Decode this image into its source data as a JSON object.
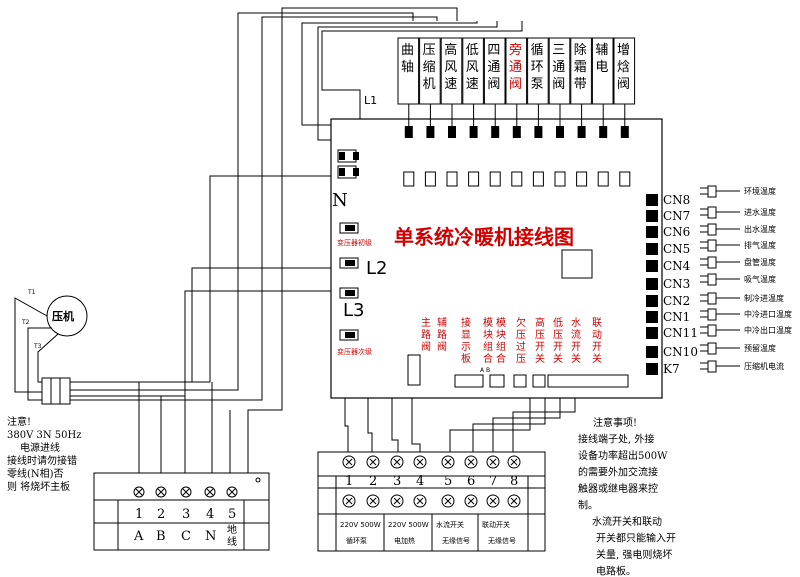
{
  "title": "单系统冷暖机接线图",
  "relay_labels": [
    {
      "text": "曲轴",
      "red": false
    },
    {
      "text": "压缩机",
      "red": false
    },
    {
      "text": "高风速",
      "red": false
    },
    {
      "text": "低风速",
      "red": false
    },
    {
      "text": "四通阀",
      "red": false
    },
    {
      "text": "旁通阀",
      "red": true
    },
    {
      "text": "循环泵",
      "red": false
    },
    {
      "text": "三通阀",
      "red": false
    },
    {
      "text": "除霜带",
      "red": false
    },
    {
      "text": "辅电",
      "red": false
    },
    {
      "text": "增焓阀",
      "red": false
    }
  ],
  "l1": "L1",
  "n_label": "N",
  "l2": "L2",
  "l3": "L3",
  "small_label_1": "变压器初级",
  "small_label_2": "变压器次级",
  "connectors": [
    "CN8",
    "CN7",
    "CN6",
    "CN5",
    "CN4",
    "CN3",
    "CN2",
    "CN1",
    "CN11",
    "CN10",
    "K7"
  ],
  "sensors": [
    "环境温度",
    "进水温度",
    "出水温度",
    "排气温度",
    "盘管温度",
    "吸气温度",
    "制冷进温度",
    "中冷进口温度",
    "中冷出口温度",
    "预留温度",
    "压缩机电流"
  ],
  "board_signals": [
    {
      "text": "主路阀",
      "red": true
    },
    {
      "text": "辅路阀",
      "red": true
    },
    {
      "text": "接显示板",
      "red": true
    },
    {
      "text": "模块组合",
      "red": true
    },
    {
      "text": "模块组合",
      "red": true
    },
    {
      "text": "欠压过压",
      "red": true
    },
    {
      "text": "高压开关",
      "red": true
    },
    {
      "text": "低压开关",
      "red": true
    },
    {
      "text": "水流开关",
      "red": true
    },
    {
      "text": "联动开关",
      "red": true
    }
  ],
  "ab_label": "A B",
  "motor_label": "压机",
  "motor_terms": [
    "T1",
    "T2",
    "T3"
  ],
  "left_note": [
    "注意!",
    "380V 3N 50Hz",
    "电源进线",
    "接线时请勿接错",
    "零线(N相)否",
    "则 将烧坏主板"
  ],
  "right_note": [
    "注意事项!",
    "接线端子处, 外接",
    "设备功率超出500W",
    "的需要外加交流接",
    "触器或继电器来控",
    "制。",
    "水流开关和联动",
    "开关都只能输入开",
    "关量, 强电则烧坏",
    "电路板。"
  ],
  "terminal_left": {
    "numbers": [
      "1",
      "2",
      "3",
      "4",
      "5"
    ],
    "labels": [
      "A",
      "B",
      "C",
      "N",
      "地线"
    ]
  },
  "terminal_right": {
    "numbers": [
      "1",
      "2",
      "3",
      "4",
      "5",
      "6",
      "7",
      "8"
    ],
    "groups": [
      {
        "line1": "220V 500W",
        "line2": "循环泵"
      },
      {
        "line1": "220V 500W",
        "line2": "电加热"
      },
      {
        "line1": "水流开关",
        "line2": "无缘信号"
      },
      {
        "line1": "联动开关",
        "line2": "无缘信号"
      }
    ]
  }
}
